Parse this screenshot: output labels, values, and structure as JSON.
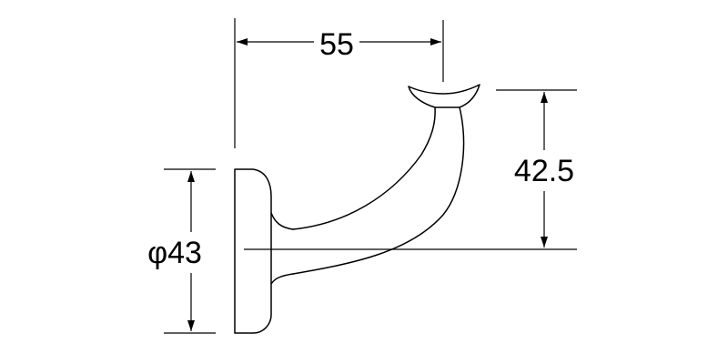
{
  "dimensions": {
    "width_label": "55",
    "height_label": "42.5",
    "diameter_label": "φ43"
  }
}
